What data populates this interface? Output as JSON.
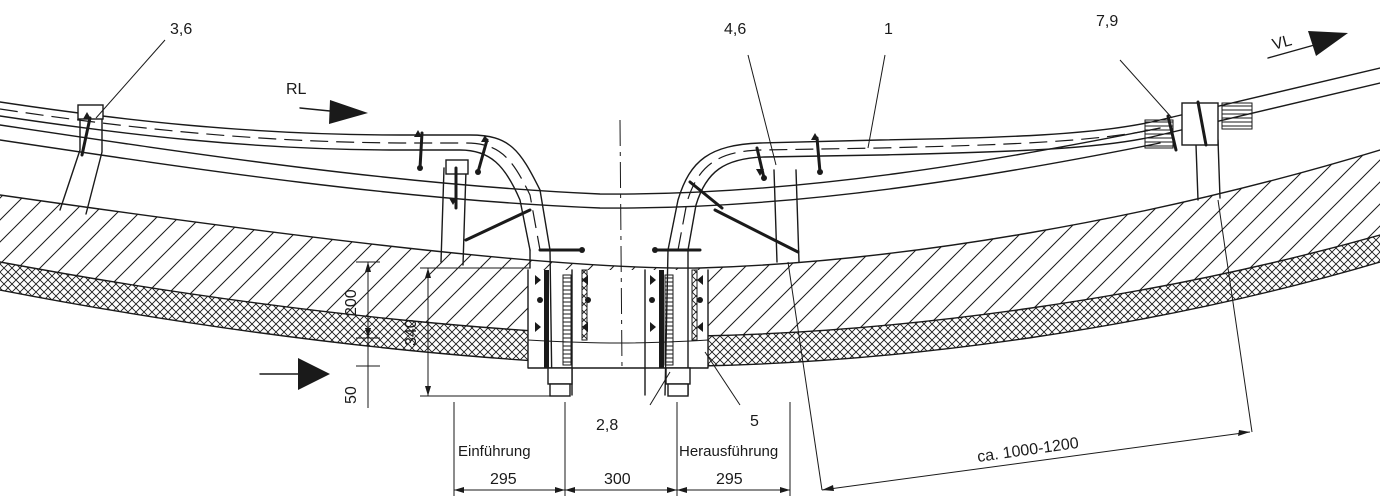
{
  "labels": {
    "pos_3_6": "3,6",
    "pos_4_6": "4,6",
    "pos_1": "1",
    "pos_7_9": "7,9",
    "pos_2_8": "2,8",
    "pos_5": "5",
    "rl": "RL",
    "vl": "VL",
    "einfuehrung": "Einführung",
    "herausfuehrung": "Herausführung"
  },
  "dimensions": {
    "d200": "200",
    "d340": "340",
    "d50": "50",
    "d295_left": "295",
    "d300": "300",
    "d295_right": "295",
    "ca_range": "ca. 1000-1200"
  }
}
